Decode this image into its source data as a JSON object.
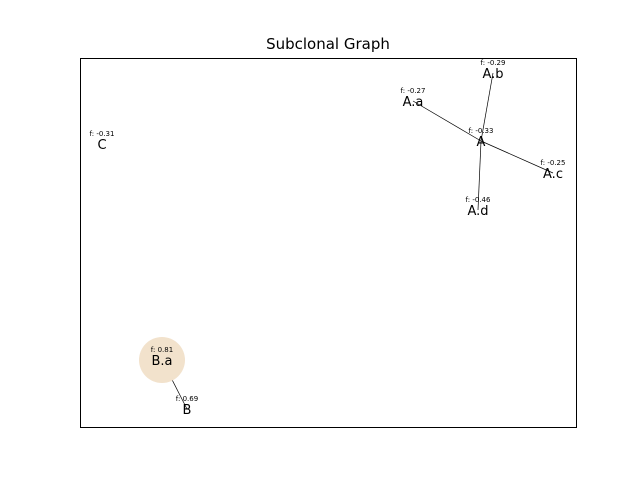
{
  "title": "Subclonal Graph",
  "highlight_color": "#f2e2cc",
  "nodes": [
    {
      "id": "A",
      "label": "A",
      "freq": "f: -0.33",
      "highlighted": false
    },
    {
      "id": "A.a",
      "label": "A.a",
      "freq": "f: -0.27",
      "highlighted": false
    },
    {
      "id": "A.b",
      "label": "A.b",
      "freq": "f: -0.29",
      "highlighted": false
    },
    {
      "id": "A.c",
      "label": "A.c",
      "freq": "f: -0.25",
      "highlighted": false
    },
    {
      "id": "A.d",
      "label": "A.d",
      "freq": "f: -0.46",
      "highlighted": false
    },
    {
      "id": "C",
      "label": "C",
      "freq": "f: -0.31",
      "highlighted": false
    },
    {
      "id": "B.a",
      "label": "B.a",
      "freq": "f: 0.81",
      "highlighted": true
    },
    {
      "id": "B",
      "label": "B",
      "freq": "f: 0.69",
      "highlighted": false
    }
  ],
  "edges": [
    {
      "from": "A",
      "to": "A.a"
    },
    {
      "from": "A",
      "to": "A.b"
    },
    {
      "from": "A",
      "to": "A.c"
    },
    {
      "from": "A",
      "to": "A.d"
    },
    {
      "from": "B.a",
      "to": "B"
    }
  ]
}
